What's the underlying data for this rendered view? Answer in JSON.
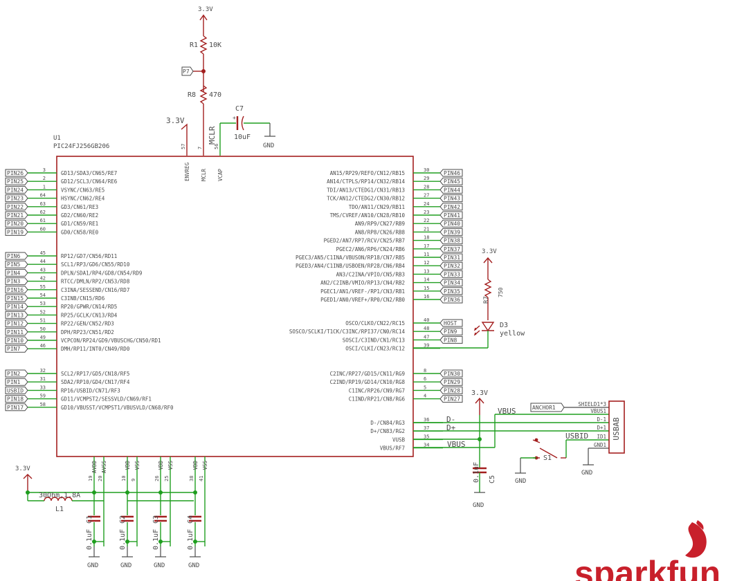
{
  "u1": {
    "ref": "U1",
    "part": "PIC24FJ256GB206"
  },
  "top": {
    "pwr": "3.3V",
    "r1_ref": "R1",
    "r1_val": "10K",
    "p7": "P7",
    "r8_ref": "R8",
    "r8_val": "470",
    "c7_ref": "C7",
    "c7_val": "10uF",
    "gnd": "GND",
    "pwr_left": "3.3V",
    "mclr_net": "MCLR"
  },
  "top_pins": [
    {
      "num": "57",
      "name": "ENVREG"
    },
    {
      "num": "7",
      "name": "MCLR"
    },
    {
      "num": "56",
      "name": "VCAP"
    }
  ],
  "left_groups": [
    [
      {
        "net": "PIN26",
        "num": "3",
        "name": "GD13/SDA3/CN65/RE7"
      },
      {
        "net": "PIN25",
        "num": "2",
        "name": "GD12/SCL3/CN64/RE6"
      },
      {
        "net": "PIN24",
        "num": "1",
        "name": "VSYNC/CN63/RE5"
      },
      {
        "net": "PIN23",
        "num": "64",
        "name": "HSYNC/CN62/RE4"
      },
      {
        "net": "PIN22",
        "num": "63",
        "name": "GD3/CN61/RE3"
      },
      {
        "net": "PIN21",
        "num": "62",
        "name": "GD2/CN60/RE2"
      },
      {
        "net": "PIN20",
        "num": "61",
        "name": "GD1/CN59/RE1"
      },
      {
        "net": "PIN19",
        "num": "60",
        "name": "GD0/CN58/RE0"
      }
    ],
    [
      {
        "net": "PIN6",
        "num": "45",
        "name": "RP12/GD7/CN56/RD11"
      },
      {
        "net": "PIN5",
        "num": "44",
        "name": "SCL1/RP3/GD6/CN55/RD10"
      },
      {
        "net": "PIN4",
        "num": "43",
        "name": "DPLN/SDA1/RP4/GD8/CN54/RD9"
      },
      {
        "net": "PIN3",
        "num": "42",
        "name": "RTCC/DMLN/RP2/CN53/RD8"
      },
      {
        "net": "PIN16",
        "num": "55",
        "name": "C3INA/SESSEND/CN16/RD7"
      },
      {
        "net": "PIN15",
        "num": "54",
        "name": "C3INB/CN15/RD6"
      },
      {
        "net": "PIN14",
        "num": "53",
        "name": "RP20/GPWR/CN14/RD5"
      },
      {
        "net": "PIN13",
        "num": "52",
        "name": "RP25/GCLK/CN13/RD4"
      },
      {
        "net": "PIN12",
        "num": "51",
        "name": "RP22/GEN/CN52/RD3"
      },
      {
        "net": "PIN11",
        "num": "50",
        "name": "DPH/RP23/CN51/RD2"
      },
      {
        "net": "PIN10",
        "num": "49",
        "name": "VCPCON/RP24/GD9/VBUSCHG/CN50/RD1"
      },
      {
        "net": "PIN7",
        "num": "46",
        "name": "DMH/RP11/INT0/CN49/RD0"
      }
    ],
    [
      {
        "net": "PIN2",
        "num": "32",
        "name": "SCL2/RP17/GD5/CN18/RF5"
      },
      {
        "net": "PIN1",
        "num": "31",
        "name": "SDA2/RP10/GD4/CN17/RF4"
      },
      {
        "net": "USBID",
        "num": "33",
        "name": "RP16/USBID/CN71/RF3"
      },
      {
        "net": "PIN18",
        "num": "59",
        "name": "GD11/VCMPST2/SESSVLD/CN69/RF1"
      },
      {
        "net": "PIN17",
        "num": "58",
        "name": "GD10/VBUSST/VCMPST1/VBUSVLD/CN68/RF0"
      }
    ]
  ],
  "right_groups": [
    [
      {
        "net": "PIN46",
        "num": "30",
        "name": "AN15/RP29/REFO/CN12/RB15"
      },
      {
        "net": "PIN45",
        "num": "29",
        "name": "AN14/CTPLS/RP14/CN32/RB14"
      },
      {
        "net": "PIN44",
        "num": "28",
        "name": "TDI/AN13/CTEDG1/CN31/RB13"
      },
      {
        "net": "PIN43",
        "num": "27",
        "name": "TCK/AN12/CTEDG2/CN30/RB12"
      },
      {
        "net": "PIN42",
        "num": "24",
        "name": "TDO/AN11/CN29/RB11"
      },
      {
        "net": "PIN41",
        "num": "23",
        "name": "TMS/CVREF/AN10/CN28/RB10"
      },
      {
        "net": "PIN40",
        "num": "22",
        "name": "AN9/RP9/CN27/RB9"
      },
      {
        "net": "PIN39",
        "num": "21",
        "name": "AN8/RP8/CN26/RB8"
      },
      {
        "net": "PIN38",
        "num": "18",
        "name": "PGED2/AN7/RP7/RCV/CN25/RB7"
      },
      {
        "net": "PIN37",
        "num": "17",
        "name": "PGEC2/AN6/RP6/CN24/RB6"
      },
      {
        "net": "PIN31",
        "num": "11",
        "name": "PGEC3/AN5/C1INA/VBUSON/RP18/CN7/RB5"
      },
      {
        "net": "PIN32",
        "num": "12",
        "name": "PGED3/AN4/C1INB/USBOEN/RP28/CN6/RB4"
      },
      {
        "net": "PIN33",
        "num": "13",
        "name": "AN3/C2INA/VPIO/CN5/RB3"
      },
      {
        "net": "PIN34",
        "num": "14",
        "name": "AN2/C2INB/VMIO/RP13/CN4/RB2"
      },
      {
        "net": "PIN35",
        "num": "15",
        "name": "PGEC1/AN1/VREF-/RP1/CN3/RB1"
      },
      {
        "net": "PIN36",
        "num": "16",
        "name": "PGED1/AN0/VREF+/RP0/CN2/RB0"
      }
    ],
    [
      {
        "net": "HOST",
        "num": "40",
        "name": "OSCO/CLKO/CN22/RC15"
      },
      {
        "net": "PIN9",
        "num": "48",
        "name": "SOSCO/SCLKI/T1CK/C3INC/RPI37/CN0/RC14"
      },
      {
        "net": "PIN8",
        "num": "47",
        "name": "SOSCI/C3IND/CN1/RC13"
      },
      {
        "net": "",
        "num": "39",
        "name": "OSCI/CLKI/CN23/RC12"
      }
    ],
    [
      {
        "net": "PIN30",
        "num": "8",
        "name": "C2INC/RP27/GD15/CN11/RG9"
      },
      {
        "net": "PIN29",
        "num": "6",
        "name": "C2IND/RP19/GD14/CN10/RG8"
      },
      {
        "net": "PIN28",
        "num": "5",
        "name": "C1INC/RP26/CN9/RG7"
      },
      {
        "net": "PIN27",
        "num": "4",
        "name": "C1IND/RP21/CN8/RG6"
      }
    ],
    [
      {
        "net": "",
        "num": "36",
        "name": "D-/CN84/RG3"
      },
      {
        "net": "",
        "num": "37",
        "name": "D+/CN83/RG2"
      },
      {
        "net": "",
        "num": "35",
        "name": "VUSB"
      },
      {
        "net": "",
        "num": "34",
        "name": "VBUS/RF7"
      }
    ]
  ],
  "bottom_pins": [
    {
      "num": "19",
      "name": "AVDD"
    },
    {
      "num": "20",
      "name": "AVSS"
    },
    {
      "num": "10",
      "name": "VDD"
    },
    {
      "num": "9",
      "name": "VSS"
    },
    {
      "num": "26",
      "name": "VDD"
    },
    {
      "num": "25",
      "name": "VSS"
    },
    {
      "num": "38",
      "name": "VDD"
    },
    {
      "num": "41",
      "name": "VSS"
    }
  ],
  "bottom": {
    "pwr": "3.3V",
    "l1_ref": "L1",
    "l1_val": "30Ohm,1.8A",
    "caps": [
      {
        "ref": "C1",
        "val": "0.1uF",
        "gnd": "GND"
      },
      {
        "ref": "C2",
        "val": "0.1uF",
        "gnd": "GND"
      },
      {
        "ref": "C3",
        "val": "0.1uF",
        "gnd": "GND"
      },
      {
        "ref": "C4",
        "val": "0.1uF",
        "gnd": "GND"
      }
    ]
  },
  "led": {
    "pwr": "3.3V",
    "r_ref": "R7",
    "r_val": "750",
    "d_ref": "D3",
    "d_val": "yellow"
  },
  "usb": {
    "pwr": "3.3V",
    "c5_ref": "C5",
    "c5_val": "0.1uF",
    "gnd": "GND",
    "net_vbus": "VBUS",
    "net_dm": "D-",
    "net_dp": "D+",
    "net_usbid": "USBID",
    "net_vbus2": "VBUS",
    "conn": "USBAB",
    "anchor": "ANCHOR1",
    "s1": "S1",
    "s1_gnd": "GND",
    "conn_gnd": "GND",
    "pins": [
      "SHIELD1*3",
      "VBUS1",
      "D-1",
      "D+1",
      "ID1",
      "GND1"
    ]
  },
  "logo": {
    "text": "sparkfun"
  }
}
